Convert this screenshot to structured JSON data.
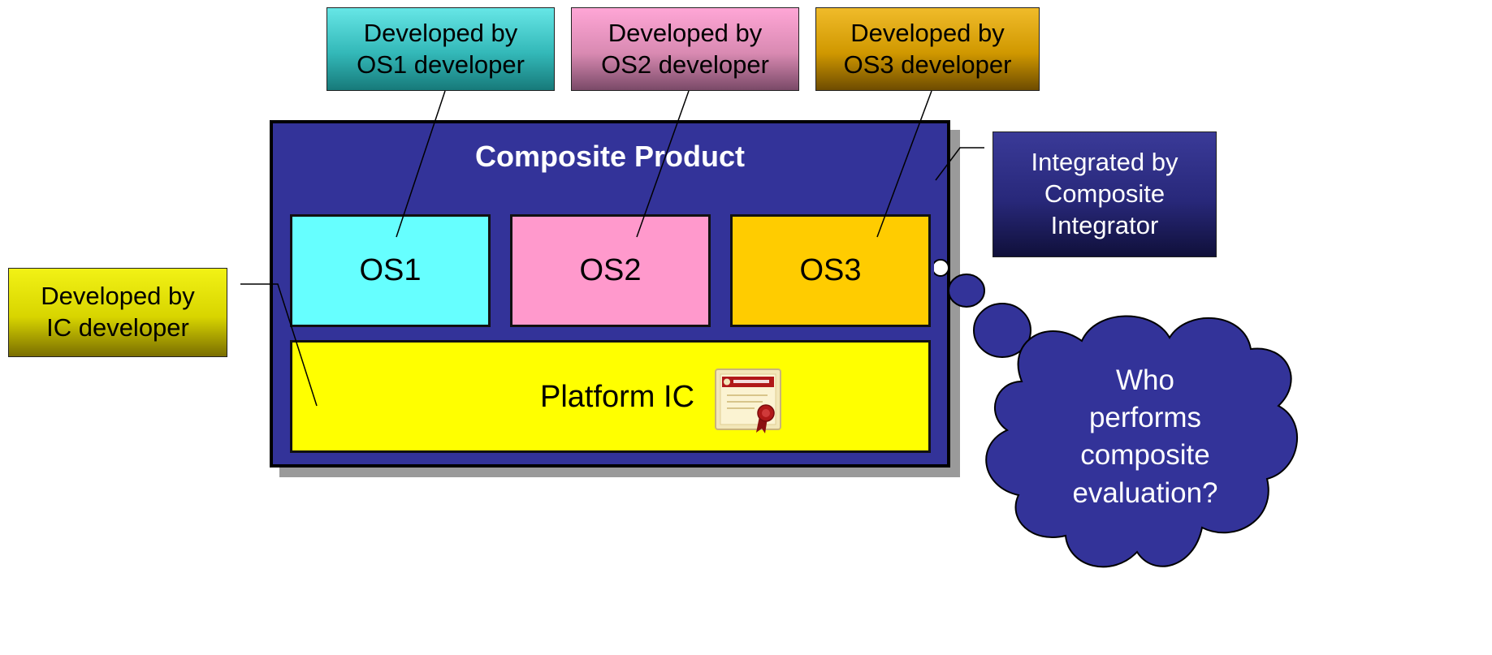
{
  "diagram": {
    "composite_product": {
      "title": "Composite Product"
    },
    "os_labels": {
      "os1": "Developed by\nOS1 developer",
      "os2": "Developed by\nOS2 developer",
      "os3": "Developed by\nOS3 developer"
    },
    "ic_label": "Developed by\nIC developer",
    "integrator_label": "Integrated by\nComposite\nIntegrator",
    "components": {
      "os1": "OS1",
      "os2": "OS2",
      "os3": "OS3",
      "platform": "Platform IC"
    },
    "certificate": {
      "icon": "certificate-icon"
    },
    "thought_bubble": {
      "text": "Who\nperforms\ncomposite\nevaluation?"
    },
    "colors": {
      "composite_bg": "#333399",
      "os1": "#66ffff",
      "os2": "#ff99cc",
      "os3": "#ffcc00",
      "platform": "#ffff00",
      "cloud": "#333399"
    }
  }
}
